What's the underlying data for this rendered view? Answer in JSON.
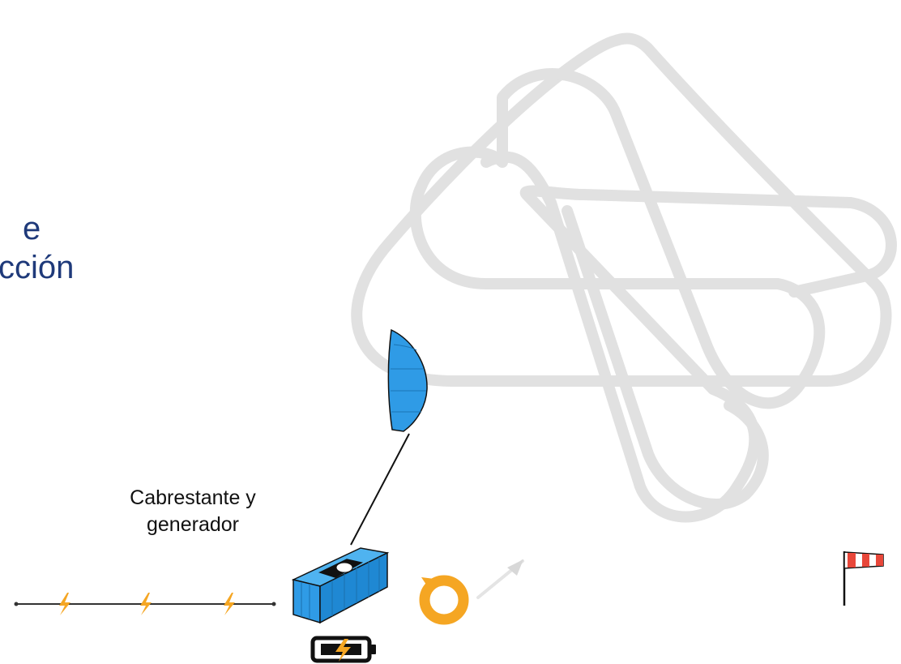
{
  "heading": {
    "line1": "e",
    "line2": "cción"
  },
  "winch_label": {
    "line1": "Cabrestante y",
    "line2": "generador"
  },
  "colors": {
    "flight_path": "#e1e1e1",
    "kite_blue": "#2f9be6",
    "kite_blue_dark": "#1b74b5",
    "energy_orange": "#f5a623",
    "heading_navy": "#1f3a7a",
    "windsock_red": "#e8473a"
  },
  "icons": {
    "flight_path": "figure-eight-flight-path",
    "kite": "kite-icon",
    "winch": "winch-container-icon",
    "battery": "battery-charging-icon",
    "reel": "reel-rotation-icon",
    "power_line": "power-line-icon",
    "windsock": "windsock-icon"
  }
}
